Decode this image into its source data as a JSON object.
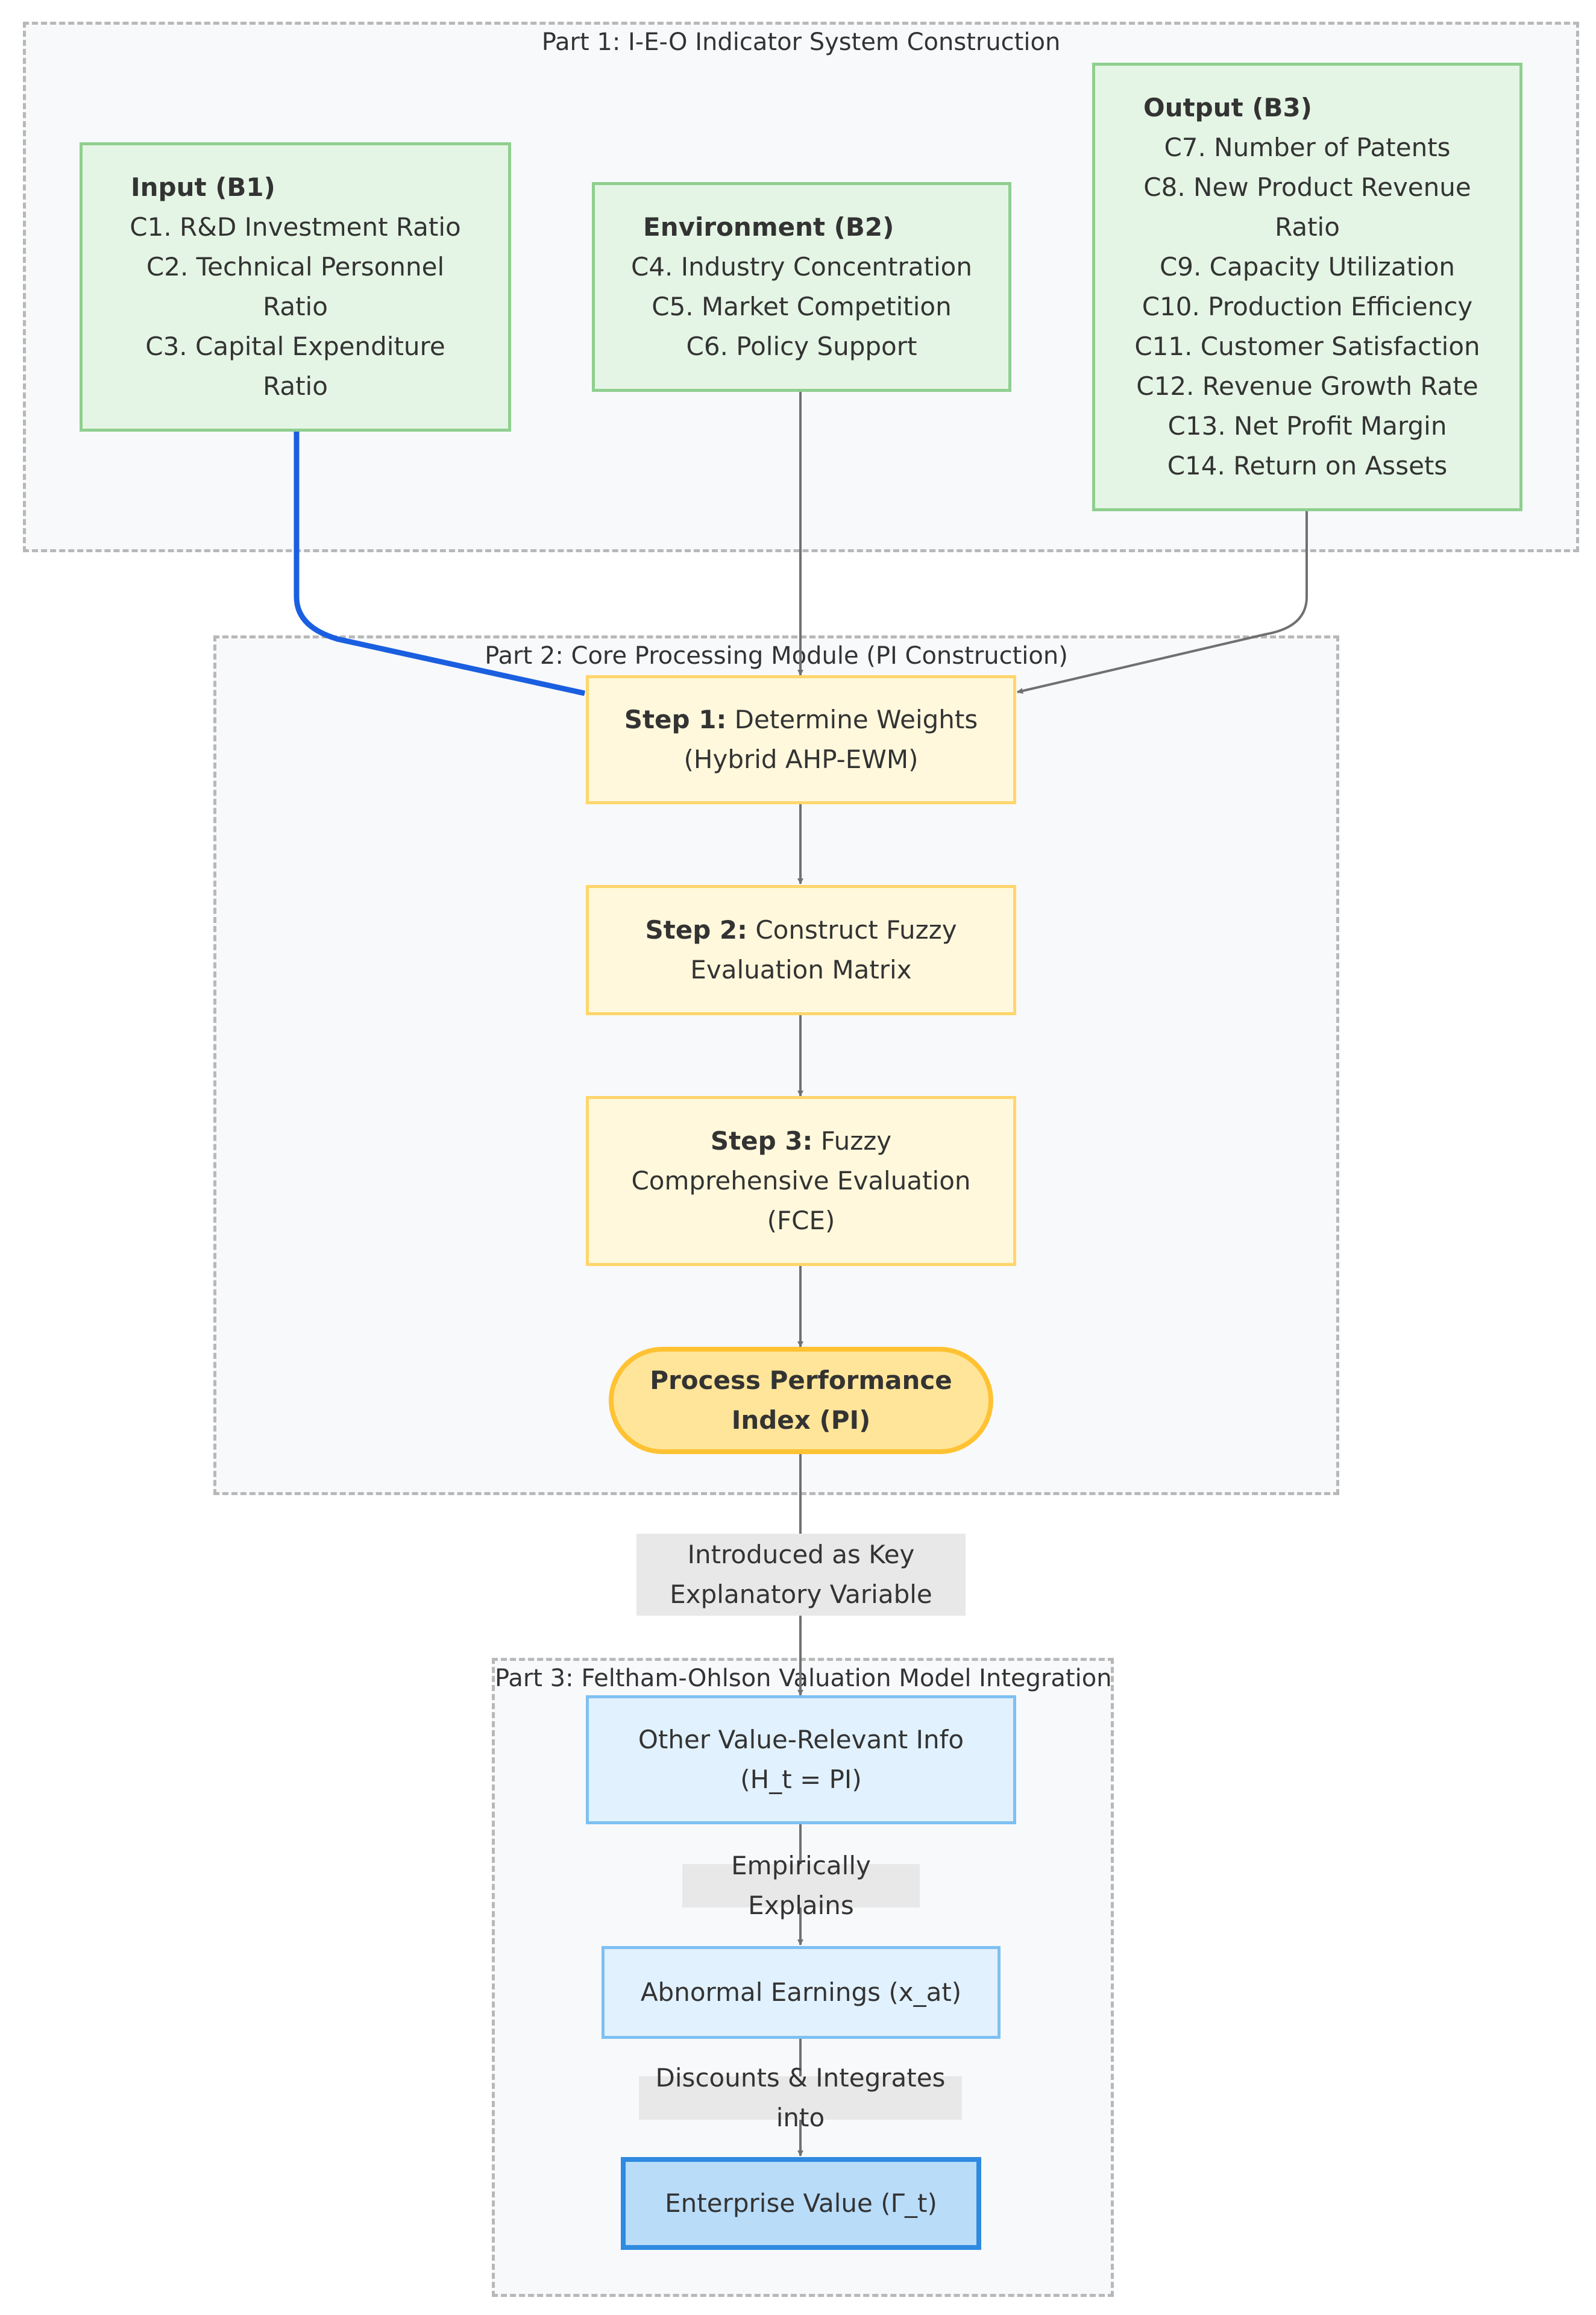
{
  "clusters": {
    "part1": "Part 1: I-E-O Indicator System Construction",
    "part2": "Part 2: Core Processing Module (PI Construction)",
    "part3": "Part 3: Feltham-Ohlson Valuation Model Integration"
  },
  "input": {
    "title": "Input (B1)",
    "lines": [
      "C1. R&D Investment Ratio",
      "C2. Technical Personnel",
      "Ratio",
      "C3. Capital Expenditure",
      "Ratio"
    ]
  },
  "environment": {
    "title": "Environment (B2)",
    "lines": [
      "C4. Industry Concentration",
      "C5. Market Competition",
      "C6. Policy Support"
    ]
  },
  "output": {
    "title": "Output (B3)",
    "lines": [
      "C7. Number of Patents",
      "C8. New Product Revenue",
      "Ratio",
      "C9. Capacity Utilization",
      "C10. Production Efficiency",
      "C11. Customer Satisfaction",
      "C12. Revenue Growth Rate",
      "C13. Net Profit Margin",
      "C14. Return on Assets"
    ]
  },
  "step1": {
    "label": "Step 1:",
    "line1": "Determine Weights",
    "line2": "(Hybrid AHP-EWM)"
  },
  "step2": {
    "label": "Step 2:",
    "line1": "Construct Fuzzy",
    "line2": "Evaluation Matrix"
  },
  "step3": {
    "label": "Step 3:",
    "line1": "Fuzzy",
    "line2": "Comprehensive Evaluation",
    "line3": "(FCE)"
  },
  "pi": {
    "line1": "Process Performance",
    "line2": "Index (PI)"
  },
  "edge_labels": {
    "introduced": [
      "Introduced as Key",
      "Explanatory Variable"
    ],
    "explains": "Empirically Explains",
    "discounts": "Discounts & Integrates into"
  },
  "other_info": {
    "line1": "Other Value-Relevant Info",
    "line2": "(H_t = PI)"
  },
  "abnormal": "Abnormal Earnings (x_at)",
  "enterprise": "Enterprise Value (Γ_t)",
  "colors": {
    "green_fill": "#e5f5e5",
    "green_border": "#8fcf8f",
    "yellow_fill": "#fff8dc",
    "yellow_border": "#ffd66b",
    "pill_fill": "#ffe599",
    "pill_border": "#ffc233",
    "blue_fill": "#e1f1fd",
    "blue_border": "#7ec0f2",
    "highlight_edge": "#1a5fe0",
    "edge": "#707070"
  }
}
